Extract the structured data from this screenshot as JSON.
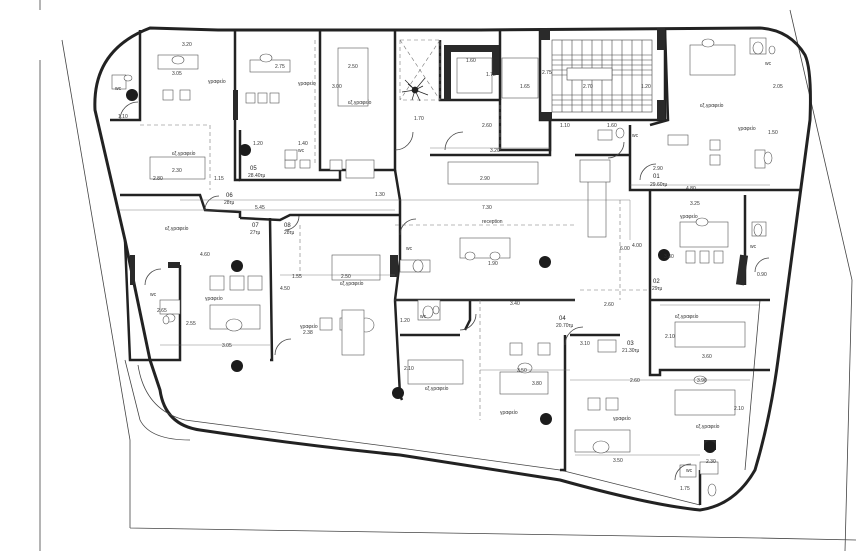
{
  "rooms": {
    "wc": "wc",
    "office": "γραφείο",
    "meeting": "εξ.γραφείο",
    "reception": "reception"
  },
  "units": [
    {
      "id": "01",
      "area": "29.60τμ"
    },
    {
      "id": "02",
      "area": "29τμ"
    },
    {
      "id": "03",
      "area": "21.30τμ"
    },
    {
      "id": "04",
      "area": "20.70τμ"
    },
    {
      "id": "05",
      "area": "28.40τμ"
    },
    {
      "id": "06",
      "area": "28τμ"
    },
    {
      "id": "07",
      "area": "27τμ"
    },
    {
      "id": "08",
      "area": "28τμ"
    }
  ],
  "dims": [
    "3.20",
    "3.05",
    "1.10",
    "2.80",
    "2.30",
    "1.15",
    "2.75",
    "2.50",
    "3.00",
    "1.20",
    "1.40",
    "1.30",
    "1.70",
    "1.60",
    "1.72",
    "2.60",
    "3.20",
    "2.75",
    "1.65",
    "2.70",
    "1.20",
    "1.10",
    "2.05",
    "1.50",
    "4.80",
    "5.45",
    "7.30",
    "3.25",
    "3.80",
    "0.90",
    "4.60",
    "1.90",
    "2.65",
    "2.55",
    "3.05",
    "1.55",
    "2.50",
    "2.38",
    "4.50",
    "3.40",
    "1.20",
    "2.60",
    "3.60",
    "3.50",
    "3.90",
    "2.10",
    "3.80",
    "2.60",
    "4.00",
    "2.30",
    "1.75",
    "3.10",
    "6.00",
    "2.10",
    "3.50",
    "2.10",
    "2.90",
    "1.60",
    "2.90"
  ]
}
